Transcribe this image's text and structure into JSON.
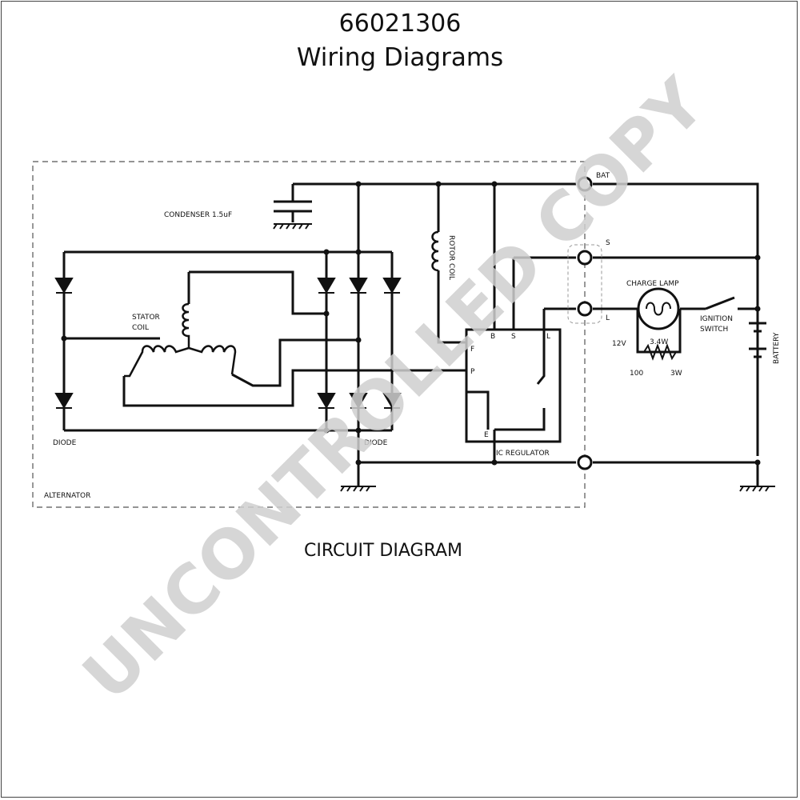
{
  "header": {
    "part_number": "66021306",
    "title": "Wiring Diagrams"
  },
  "caption": "CIRCUIT DIAGRAM",
  "watermark": "UNCONTROLLED COPY",
  "labels": {
    "condenser": "CONDENSER 1.5uF",
    "stator_coil_1": "STATOR",
    "stator_coil_2": "COIL",
    "diode_left": "DIODE",
    "diode_right": "DIODE",
    "alternator": "ALTERNATOR",
    "rotor_coil": "ROTOR COIL",
    "ic_regulator": "IC REGULATOR",
    "reg_b": "B",
    "reg_s": "S",
    "reg_l": "L",
    "reg_f": "F",
    "reg_p": "P",
    "reg_e": "E",
    "term_bat": "BAT",
    "term_s": "S",
    "term_l": "L",
    "charge_lamp": "CHARGE LAMP",
    "v12": "12V",
    "w34": "3.4W",
    "r100": "100",
    "w3": "3W",
    "ignition_1": "IGNITION",
    "ignition_2": "SWITCH",
    "battery": "BATTERY"
  },
  "colors": {
    "line": "#111111",
    "watermark": "#cfcfcf"
  }
}
